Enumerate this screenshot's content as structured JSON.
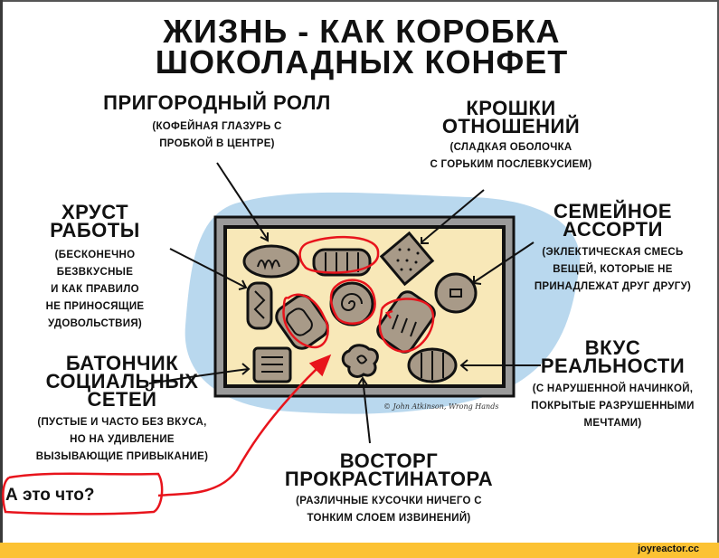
{
  "title": {
    "line1": "ЖИЗНЬ - КАК КОРОБКА",
    "line2": "ШОКОЛАДНЫХ КОНФЕТ"
  },
  "labels": {
    "commuter_roll": {
      "head": "ПРИГОРОДНЫЙ РОЛЛ",
      "desc1": "(КОФЕЙНАЯ ГЛАЗУРЬ С",
      "desc2": "ПРОБКОЙ В ЦЕНТРЕ)"
    },
    "relationship_crumbs": {
      "head1": "КРОШКИ",
      "head2": "ОТНОШЕНИЙ",
      "desc1": "(СЛАДКАЯ ОБОЛОЧКА",
      "desc2": "С ГОРЬКИМ ПОСЛЕВКУСИЕМ)"
    },
    "work_crunch": {
      "head1": "ХРУСТ",
      "head2": "РАБОТЫ",
      "desc1": "(БЕСКОНЕЧНО",
      "desc2": "БЕЗВКУСНЫЕ",
      "desc3": "И КАК ПРАВИЛО",
      "desc4": "НЕ ПРИНОСЯЩИЕ",
      "desc5": "УДОВОЛЬСТВИЯ)"
    },
    "family_assortment": {
      "head1": "СЕМЕЙНОЕ",
      "head2": "АССОРТИ",
      "desc1": "(ЭКЛЕКТИЧЕСКАЯ СМЕСЬ",
      "desc2": "ВЕЩЕЙ, КОТОРЫЕ НЕ",
      "desc3": "ПРИНАДЛЕЖАТ ДРУГ ДРУГУ)"
    },
    "social_bar": {
      "head1": "БАТОНЧИК",
      "head2": "СОЦИАЛЬНЫХ",
      "head3": "СЕТЕЙ",
      "desc1": "(ПУСТЫЕ И ЧАСТО БЕЗ ВКУСА,",
      "desc2": "НО НА УДИВЛЕНИЕ",
      "desc3": "ВЫЗЫВАЮЩИЕ ПРИВЫКАНИЕ)"
    },
    "taste_reality": {
      "head1": "ВКУС",
      "head2": "РЕАЛЬНОСТИ",
      "desc1": "(С НАРУШЕННОЙ НАЧИНКОЙ,",
      "desc2": "ПОКРЫТЫЕ РАЗРУШЕННЫМИ",
      "desc3": "МЕЧТАМИ)"
    },
    "procrastinator": {
      "head1": "ВОСТОРГ",
      "head2": "ПРОКРАСТИНАТОРА",
      "desc1": "(РАЗЛИЧНЫЕ КУСОЧКИ НИЧЕГО С",
      "desc2": "ТОНКИМ СЛОЕМ ИЗВИНЕНИЙ)"
    }
  },
  "credit": "© John Atkinson, Wrong Hands",
  "annotation": {
    "note": "А это что?"
  },
  "footer": {
    "site": "joyreactor.cc"
  },
  "colors": {
    "blob": "#b9d8ee",
    "box_fill": "#f8e8b8",
    "box_frame": "#9a9a9a",
    "candy": "#a89a88",
    "annotation_red": "#e8141c",
    "footer_bg": "#fcc233"
  }
}
